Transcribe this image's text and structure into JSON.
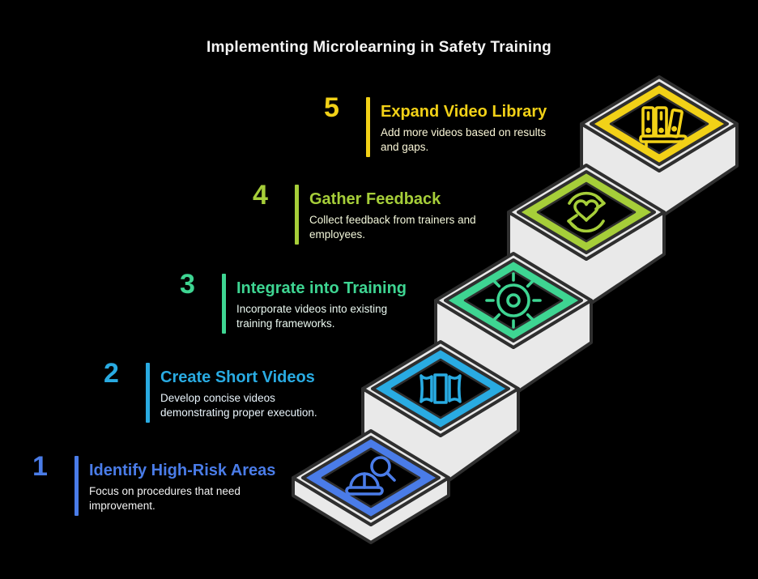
{
  "title": "Implementing Microlearning in Safety Training",
  "colors": {
    "background": "#000000",
    "step_face": "#E9E9E9",
    "outline": "#2F2F2F",
    "heading_text": "#F5F5F5"
  },
  "steps": [
    {
      "number": "1",
      "title": "Identify High-Risk Areas",
      "description": "Focus on procedures that need improvement.",
      "color": "#4A7CE8",
      "desc_color": "#F2F2F2",
      "icon": "helmet-search-icon"
    },
    {
      "number": "2",
      "title": "Create Short Videos",
      "description": "Develop concise videos demonstrating proper execution.",
      "color": "#29ABE2",
      "desc_color": "#EAF5FC",
      "icon": "film-panels-icon"
    },
    {
      "number": "3",
      "title": "Integrate into Training",
      "description": "Incorporate videos into existing training frameworks.",
      "color": "#3ED592",
      "desc_color": "#EBF9F1",
      "icon": "gear-icon"
    },
    {
      "number": "4",
      "title": "Gather Feedback",
      "description": "Collect feedback from trainers and employees.",
      "color": "#A6CE39",
      "desc_color": "#F3F7DA",
      "icon": "heart-sync-icon"
    },
    {
      "number": "5",
      "title": "Expand Video Library",
      "description": "Add more videos based on results and gaps.",
      "color": "#F2D117",
      "desc_color": "#FBF7D8",
      "icon": "bookshelf-icon"
    }
  ]
}
